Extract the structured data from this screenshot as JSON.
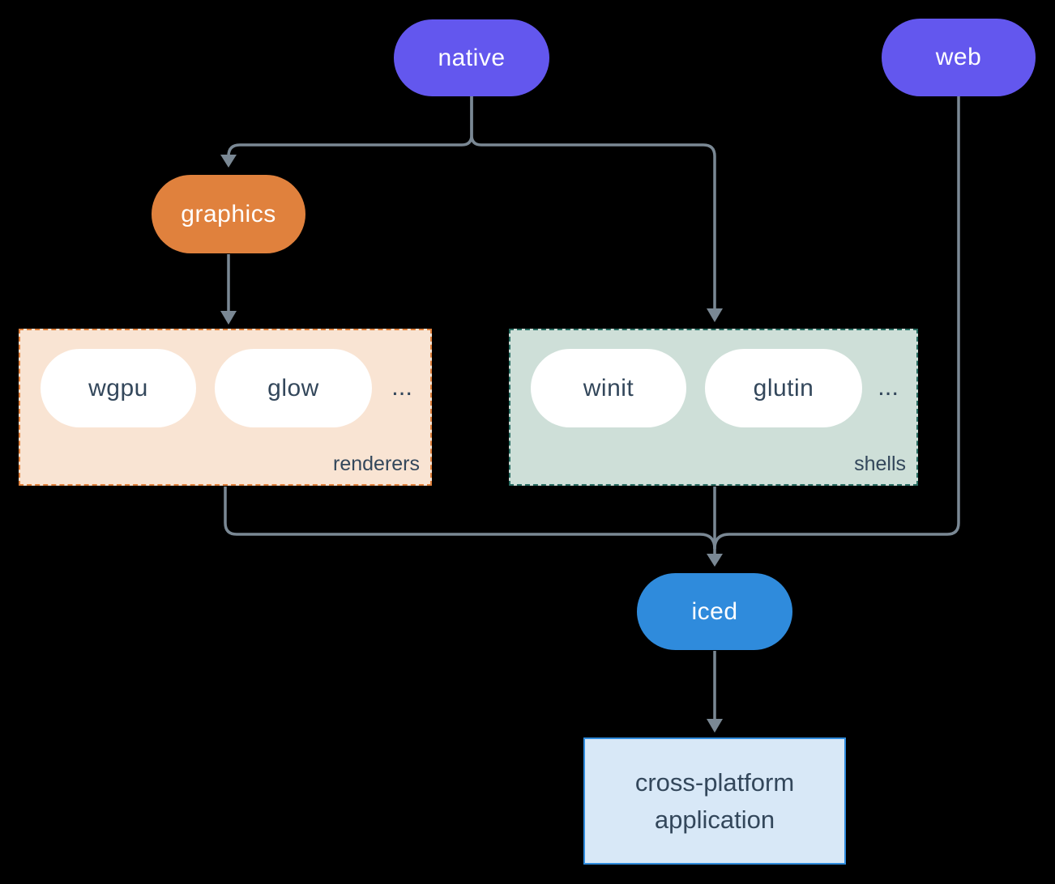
{
  "diagram": {
    "nodes": {
      "native": "native",
      "web": "web",
      "graphics": "graphics",
      "iced": "iced"
    },
    "groups": {
      "renderers": {
        "label": "renderers",
        "pills": [
          "wgpu",
          "glow"
        ],
        "more": "..."
      },
      "shells": {
        "label": "shells",
        "pills": [
          "winit",
          "glutin"
        ],
        "more": "..."
      }
    },
    "application": {
      "line1": "cross-platform",
      "line2": "application"
    }
  },
  "colors": {
    "background": "#000000",
    "platform_pill": "#6357ee",
    "graphics_pill": "#e0813d",
    "iced_pill": "#2f8bdc",
    "inner_pill": "#ffffff",
    "connector": "#7a8894",
    "dark_text": "#33475b",
    "renderers_fill": "#f9e4d3",
    "renderers_border": "#e0813d",
    "shells_fill": "#cedfd8",
    "shells_border": "#2a6e63",
    "application_fill": "#d8e8f7",
    "application_border": "#2f8bdc"
  }
}
